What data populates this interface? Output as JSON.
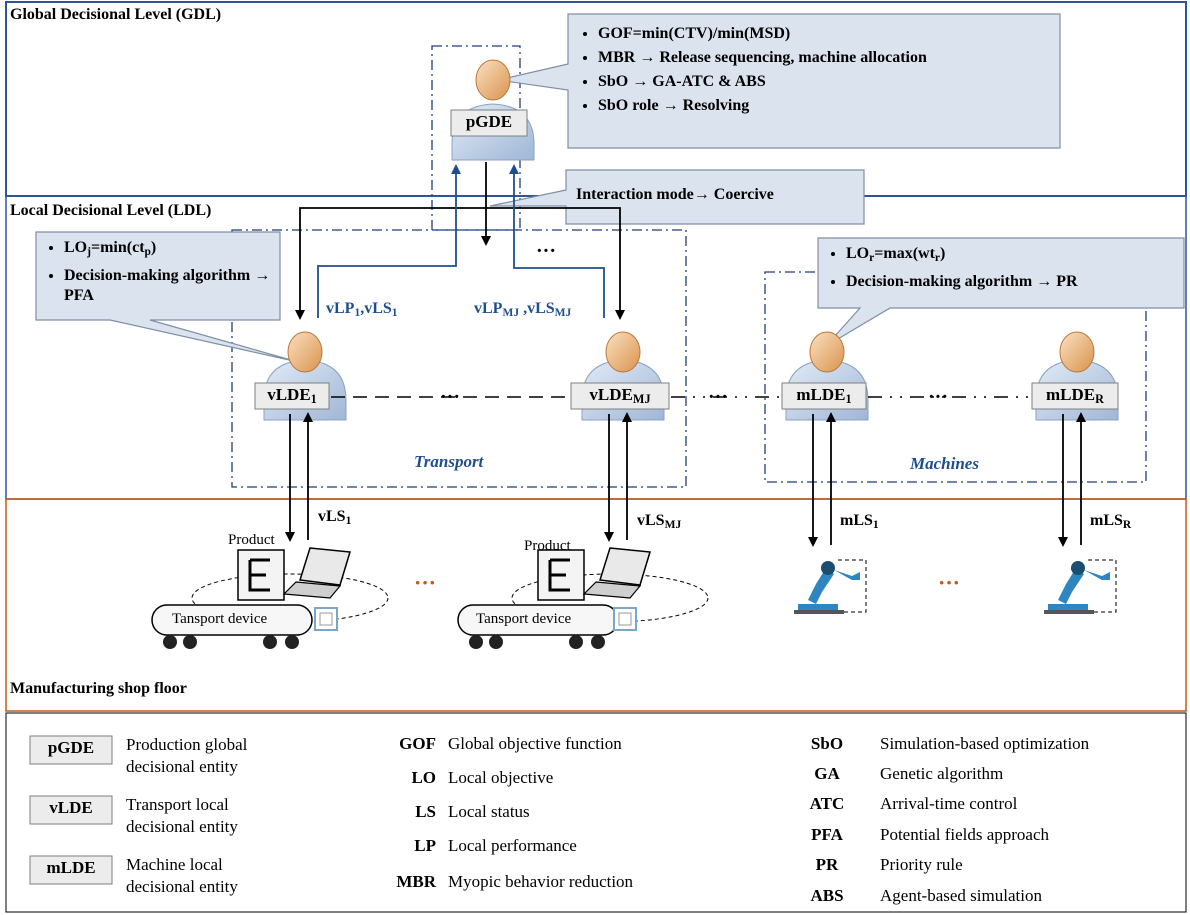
{
  "levels": {
    "gdl": "Global Decisional Level (GDL)",
    "ldl": "Local Decisional Level (LDL)",
    "shop_floor": "Manufacturing shop floor"
  },
  "gdl_callout": [
    "GOF=min(CTV)/min(MSD)",
    "MBR → Release sequencing, machine allocation",
    "SbO → GA-ATC & ABS",
    "SbO role → Resolving"
  ],
  "interaction_callout": "Interaction mode→ Coercive",
  "transport_callout": {
    "line1_main": "LO",
    "line1_sub": "j",
    "line1_rest": "=min(ct",
    "line1_sub2": "p",
    "line1_end": ")",
    "line2": "Decision-making algorithm → PFA"
  },
  "machine_callout": {
    "line1_main": "LO",
    "line1_sub": "r",
    "line1_rest": "=max(wt",
    "line1_sub2": "r",
    "line1_end": ")",
    "line2": "Decision-making algorithm → PR"
  },
  "entities": {
    "pgde": "pGDE",
    "vlde1_main": "vLDE",
    "vlde1_sub": "1",
    "vldemj_main": "vLDE",
    "vldemj_sub": "MJ",
    "mlde1_main": "mLDE",
    "mlde1_sub": "1",
    "mlder_main": "mLDE",
    "mlder_sub": "R"
  },
  "flows": {
    "vlp1_a": "vLP",
    "vlp1_a_sub": "1",
    "vlp1_b": ",vLS",
    "vlp1_b_sub": "1",
    "vlpmj_a": "vLP",
    "vlpmj_a_sub": "MJ",
    "vlpmj_b": " ,vLS",
    "vlpmj_b_sub": "MJ",
    "vls1": "vLS",
    "vls1_sub": "1",
    "vlsmj": "vLS",
    "vlsmj_sub": "MJ",
    "mls1": "mLS",
    "mls1_sub": "1",
    "mlsr": "mLS",
    "mlsr_sub": "R"
  },
  "regions": {
    "transport": "Transport",
    "machines": "Machines"
  },
  "shop": {
    "product": "Product",
    "device": "Tansport device",
    "ellipsis": "···"
  },
  "legend": {
    "entities": [
      {
        "key": "pGDE",
        "desc1": "Production global",
        "desc2": "decisional entity"
      },
      {
        "key": "vLDE",
        "desc1": "Transport local",
        "desc2": "decisional entity"
      },
      {
        "key": "mLDE",
        "desc1": "Machine local",
        "desc2": "decisional entity"
      }
    ],
    "col2": [
      {
        "key": "GOF",
        "desc": "Global objective function"
      },
      {
        "key": "LO",
        "desc": "Local objective"
      },
      {
        "key": "LS",
        "desc": "Local status"
      },
      {
        "key": "LP",
        "desc": "Local performance"
      },
      {
        "key": "MBR",
        "desc": "Myopic behavior reduction"
      }
    ],
    "col3": [
      {
        "key": "SbO",
        "desc": "Simulation-based optimization"
      },
      {
        "key": "GA",
        "desc": "Genetic algorithm"
      },
      {
        "key": "ATC",
        "desc": "Arrival-time control"
      },
      {
        "key": "PFA",
        "desc": "Potential fields approach"
      },
      {
        "key": "PR",
        "desc": "Priority rule"
      },
      {
        "key": "ABS",
        "desc": "Agent-based simulation"
      }
    ]
  },
  "colors": {
    "level_border": "#2f5597",
    "shop_border": "#c55a11",
    "callout_fill": "#dbe3ee",
    "callout_stroke": "#7f8fa6",
    "arrow_blue": "#1f4e8c",
    "person_head": "#f2c08b",
    "person_body": "#bdd0e8",
    "robot": "#2e86c1"
  }
}
